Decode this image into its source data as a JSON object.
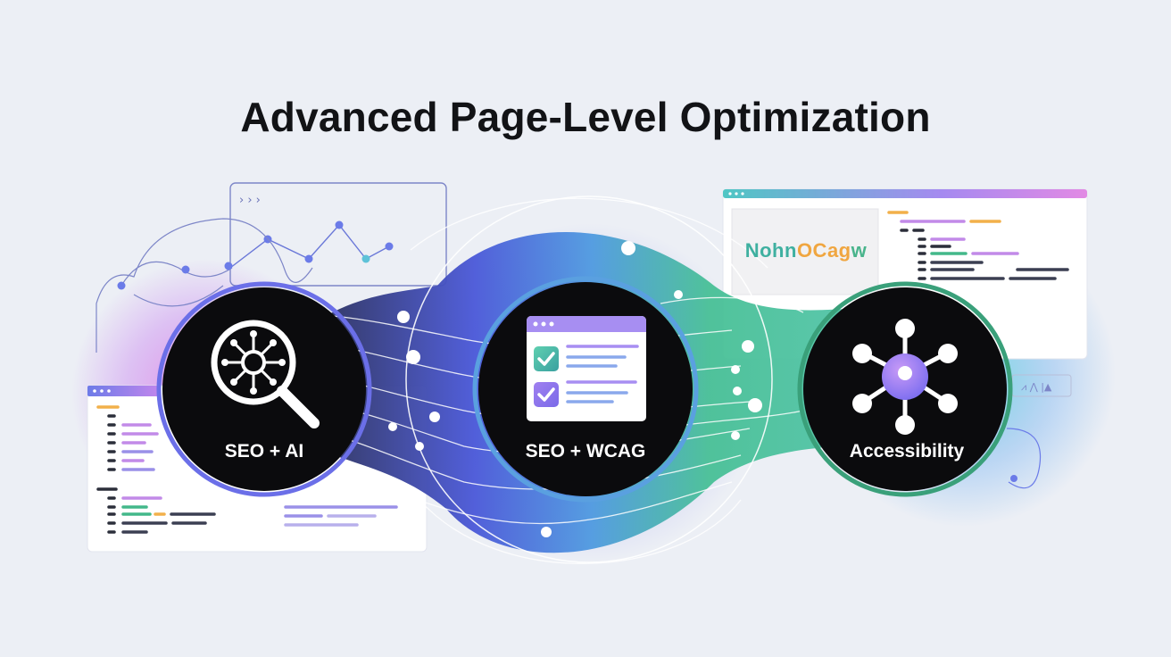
{
  "title": "Advanced Page-Level Optimization",
  "nodes": [
    {
      "id": "seo-ai",
      "label": "SEO + AI",
      "icon": "magnifier-network-icon",
      "ring": "#6b6fe8"
    },
    {
      "id": "seo-wcag",
      "label": "SEO + WCAG",
      "icon": "checklist-window-icon",
      "ring": "#5aa0e0"
    },
    {
      "id": "accessibility",
      "label": "Accessibility",
      "icon": "hub-network-icon",
      "ring": "#3aa07a"
    }
  ],
  "brand_word": {
    "part1": "Nohn",
    "part2": "OCag",
    "part3": "w"
  },
  "chart_controls": "› › ›",
  "right_controls": "⩘ ⋀ |▲",
  "colors": {
    "background": "#eceff5",
    "purple": "#8b6cf0",
    "blue": "#4d8fe0",
    "green": "#43b88a",
    "pink": "#e67ad9",
    "orange": "#f2b04a",
    "dark": "#0b0b0d"
  }
}
